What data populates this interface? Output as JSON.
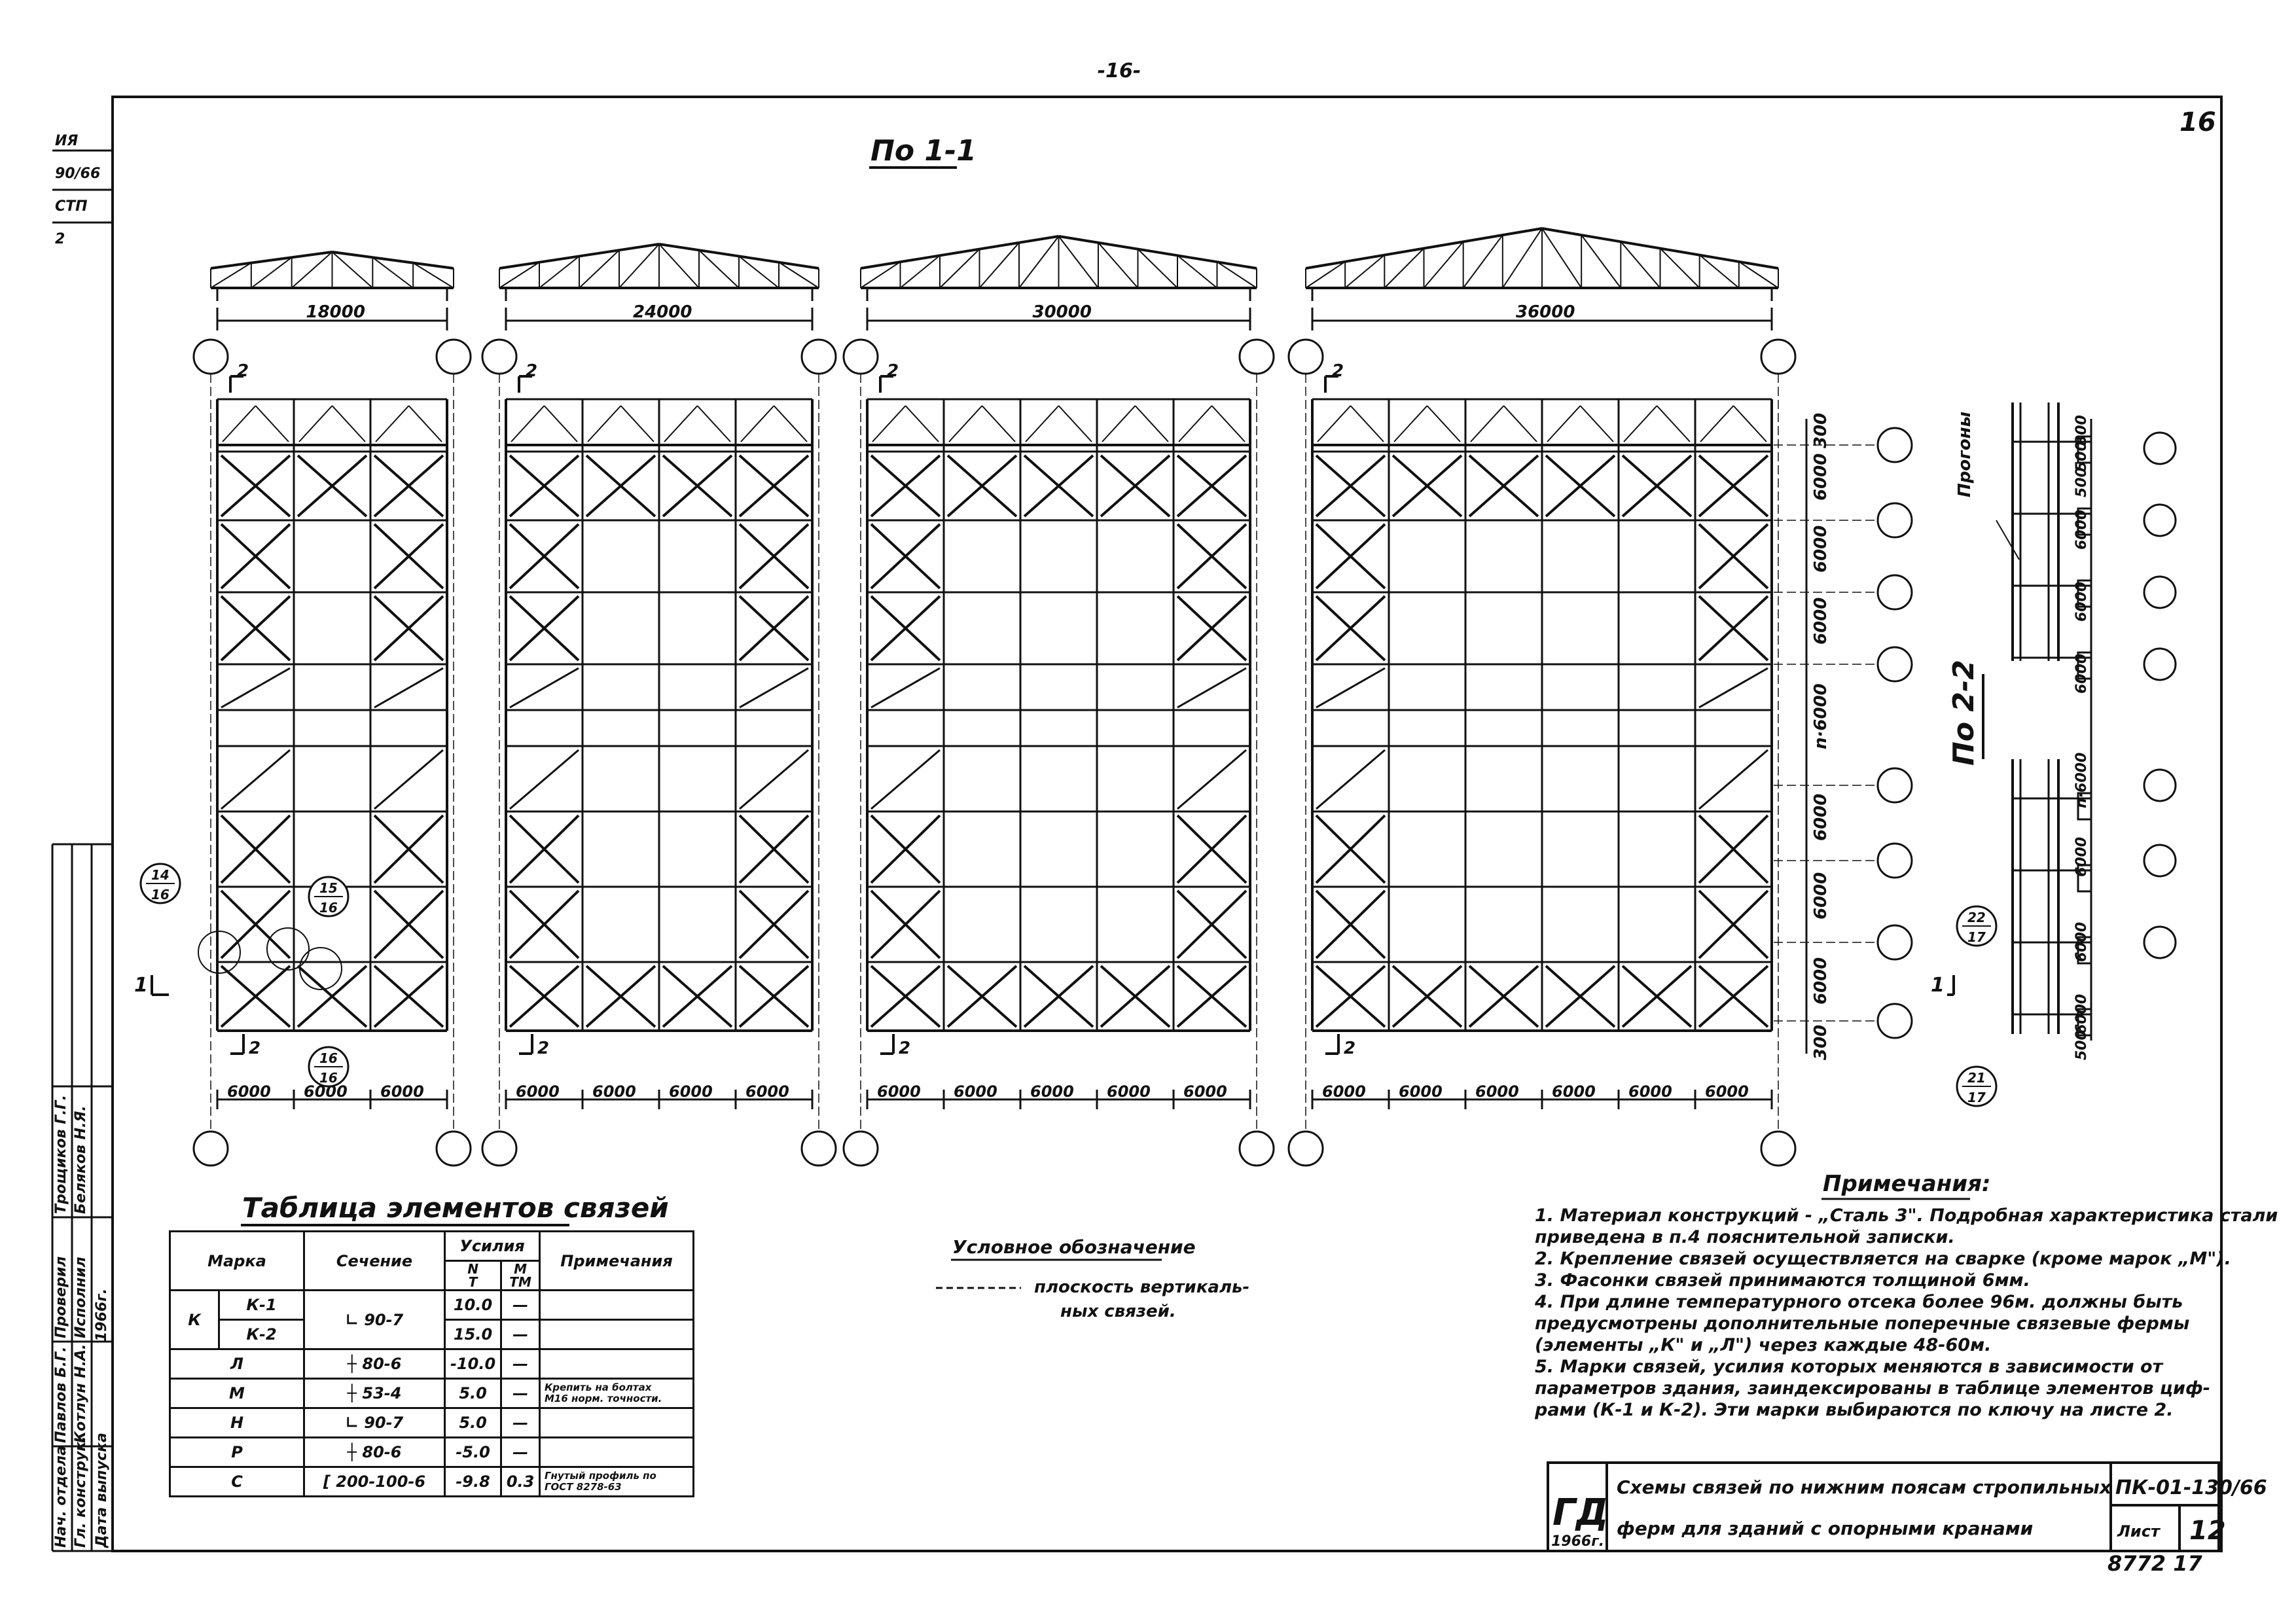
{
  "page_number": "-16-",
  "sheet_corner_number": "16",
  "inventory_number": "8772 17",
  "left_strip": {
    "top_codes": [
      "ИЯ",
      "90/66",
      "СТП",
      "2"
    ],
    "roles": [
      "Нач. отдела",
      "Гл. конструк.",
      "Дата выпуска",
      "Проверил",
      "Исполнил",
      "Трощиков Г.Г.",
      "Беляков Н.Я.",
      "Павлов Б.Г.",
      "Котлун Н.А.",
      "1966г."
    ]
  },
  "view_1_1": {
    "label": "По 1-1"
  },
  "view_2_2": {
    "label": "По 2-2"
  },
  "trusses": [
    {
      "span": "18000"
    },
    {
      "span": "24000"
    },
    {
      "span": "30000"
    },
    {
      "span": "36000"
    }
  ],
  "plan_bottom_dims": [
    [
      "6000",
      "6000",
      "6000"
    ],
    [
      "6000",
      "6000",
      "6000",
      "6000"
    ],
    [
      "6000",
      "6000",
      "6000",
      "6000",
      "6000"
    ],
    [
      "6000",
      "6000",
      "6000",
      "6000",
      "6000",
      "6000"
    ]
  ],
  "right_dims": [
    "300",
    "6000",
    "6000",
    "6000",
    "n·6000",
    "6000",
    "6000",
    "6000",
    "300"
  ],
  "section_marks": {
    "cut": "2",
    "cut1": "1"
  },
  "callouts": [
    {
      "top": "14",
      "bottom": "16"
    },
    {
      "top": "15",
      "bottom": "16"
    },
    {
      "top": "16",
      "bottom": "16"
    },
    {
      "top": "22",
      "bottom": "17"
    },
    {
      "top": "21",
      "bottom": "17"
    }
  ],
  "section_2_2": {
    "label": "Прогоны",
    "dims": [
      "300",
      "500",
      "500",
      "6000",
      "6000",
      "6000",
      "n·6000",
      "6000",
      "6000",
      "6000",
      "500"
    ]
  },
  "legend": {
    "title": "Условное обозначение",
    "line1": "плоскость вертикаль-",
    "line2": "ных связей."
  },
  "notes": {
    "title": "Примечания:",
    "lines": [
      "1. Материал конструкций - „Сталь 3\". Подробная характеристика стали",
      "приведена в п.4 пояснительной записки.",
      "2. Крепление связей осуществляется на сварке (кроме марок „М\").",
      "3. Фасонки связей принимаются толщиной 6мм.",
      "4. При длине температурного отсека более 96м. должны быть",
      "предусмотрены дополнительные поперечные связевые фермы",
      "(элементы „К\" и „Л\") через каждые 48-60м.",
      "5. Марки связей, усилия которых меняются в зависимости от",
      "параметров здания, заиндексированы в таблице элементов циф-",
      "рами (К-1 и К-2). Эти марки выбираются по ключу на листе 2."
    ]
  },
  "table": {
    "title": "Таблица элементов связей",
    "headers": {
      "mark": "Марка",
      "section": "Сечение",
      "forces": "Усилия",
      "n": "N",
      "n_unit": "Т",
      "m": "М",
      "m_unit": "ТМ",
      "notes": "Примечания"
    },
    "rows": [
      {
        "group": "К",
        "mark": "К-1",
        "section": "∟ 90-7",
        "n": "10.0",
        "m": "—",
        "note": ""
      },
      {
        "group": "",
        "mark": "К-2",
        "section": "",
        "n": "15.0",
        "m": "—",
        "note": ""
      },
      {
        "group": "",
        "mark": "Л",
        "section": "┼ 80-6",
        "n": "-10.0",
        "m": "—",
        "note": ""
      },
      {
        "group": "",
        "mark": "М",
        "section": "┼ 53-4",
        "n": "5.0",
        "m": "—",
        "note": "Крепить на болтах\nМ16 норм. точности."
      },
      {
        "group": "",
        "mark": "Н",
        "section": "∟ 90-7",
        "n": "5.0",
        "m": "—",
        "note": ""
      },
      {
        "group": "",
        "mark": "Р",
        "section": "┼ 80-6",
        "n": "-5.0",
        "m": "—",
        "note": ""
      },
      {
        "group": "",
        "mark": "С",
        "section": "[ 200-100-6",
        "n": "-9.8",
        "m": "0.3",
        "note": "Гнутый профиль по\nГОСТ 8278-63"
      }
    ]
  },
  "title_block": {
    "logo": "ГД",
    "year": "1966г.",
    "title_line1": "Схемы связей по нижним поясам стропильных",
    "title_line2": "ферм для зданий с опорными кранами",
    "code": "ПК-01-130/66",
    "sheet_label": "Лист",
    "sheet": "12"
  }
}
